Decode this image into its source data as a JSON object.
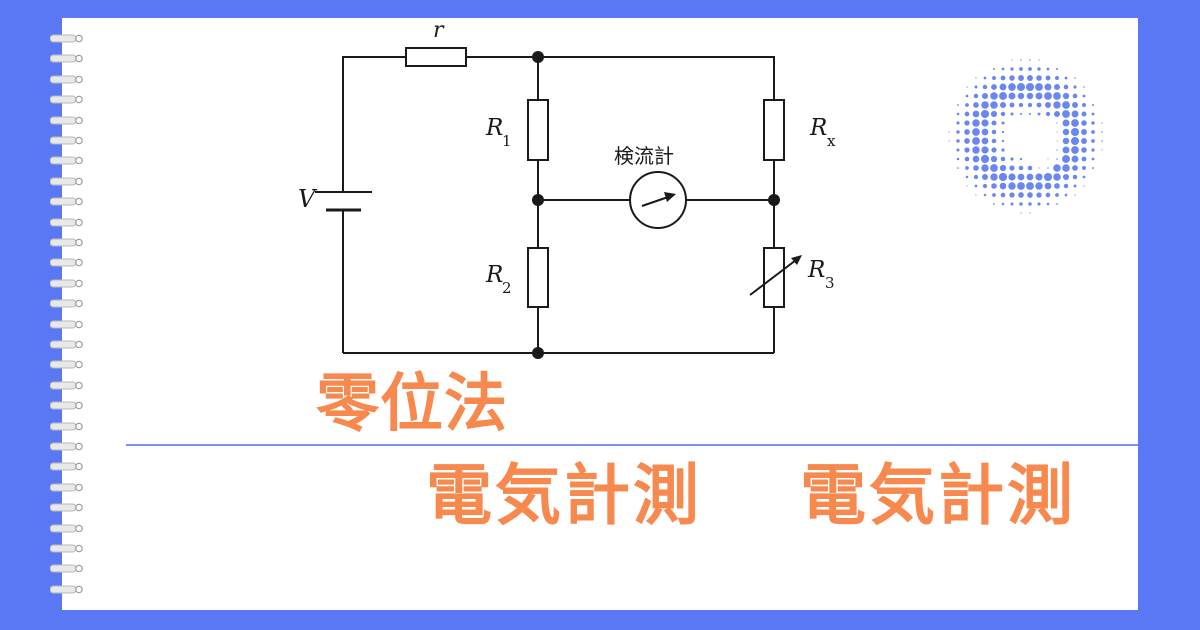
{
  "title": "零位法",
  "subtitles": [
    "電気計測",
    "電気計測"
  ],
  "colors": {
    "background": "#5b78f4",
    "card": "#ffffff",
    "accent_text": "#f7894f",
    "divider": "#7b93ef",
    "circuit": "#1a1a1a"
  },
  "diagram": {
    "source_label": "V",
    "internal_resistor_label": "r",
    "galvanometer_label": "検流計",
    "resistors": [
      {
        "name": "R",
        "subscript": "1"
      },
      {
        "name": "R",
        "subscript": "2"
      },
      {
        "name": "R",
        "subscript": "x"
      },
      {
        "name": "R",
        "subscript": "3"
      }
    ]
  },
  "decorations": {
    "binder_rings": "notebook-spiral-icon",
    "dot_pattern": "halftone-dots-icon"
  }
}
